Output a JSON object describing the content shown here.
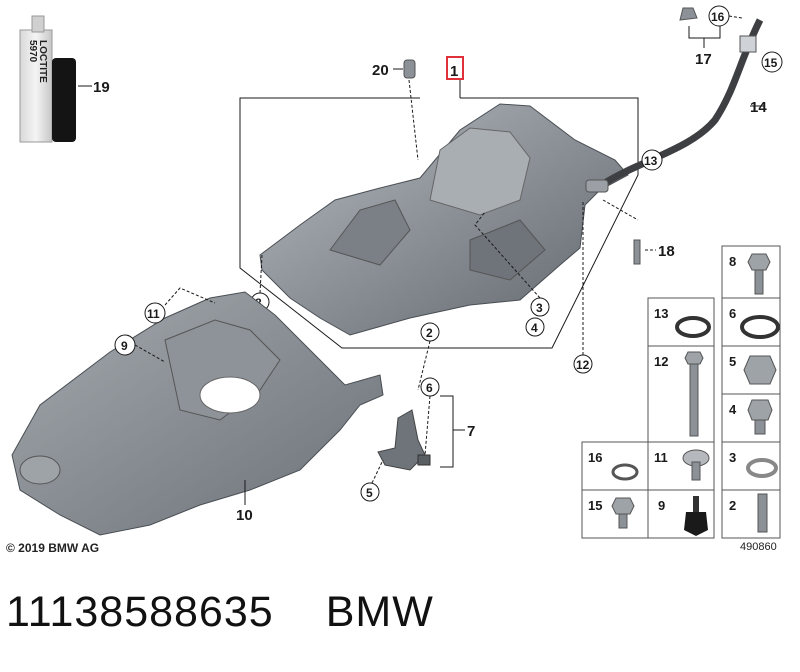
{
  "callouts": {
    "c1": "1",
    "c2": "2",
    "c3": "3",
    "c4": "4",
    "c5": "5",
    "c6": "6",
    "c7": "7",
    "c8": "8",
    "c9": "9",
    "c10": "10",
    "c11": "11",
    "c12": "12",
    "c13": "13",
    "c14": "14",
    "c15": "15",
    "c16": "16",
    "c17": "17",
    "c18": "18",
    "c19": "19",
    "c20": "20"
  },
  "tube_text": {
    "brand": "LOCTITE",
    "code": "5970"
  },
  "grid": {
    "g8": "8",
    "g13": "13",
    "g6": "6",
    "g12": "12",
    "g5": "5",
    "g4": "4",
    "g16": "16",
    "g11": "11",
    "g3": "3",
    "g15": "15",
    "g9": "9",
    "g2": "2"
  },
  "footer": {
    "copyright": "© 2019 BMW AG",
    "diagram_no": "490860",
    "part_number": "11138588635",
    "brand": "BMW"
  },
  "colors": {
    "highlight_box": "#e0303a",
    "part_gray": "#8d9298",
    "line": "#1a1a1a"
  }
}
